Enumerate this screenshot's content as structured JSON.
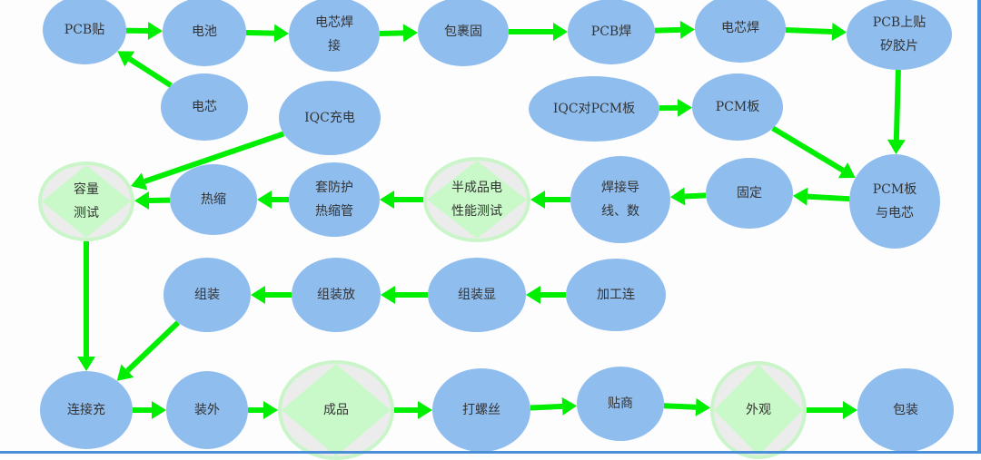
{
  "nodes": [
    {
      "id": "pcb-tie",
      "label": "PCB贴",
      "shape": "oval"
    },
    {
      "id": "battery",
      "label": "电池",
      "shape": "oval"
    },
    {
      "id": "cell-weld",
      "label": "电芯焊\n接",
      "shape": "oval"
    },
    {
      "id": "wrap-fix",
      "label": "包裹固",
      "shape": "oval"
    },
    {
      "id": "pcb-weld",
      "label": "PCB焊",
      "shape": "oval"
    },
    {
      "id": "cell-weld-2",
      "label": "电芯焊",
      "shape": "oval"
    },
    {
      "id": "pcb-silicone",
      "label": "PCB上贴\n矽胶片",
      "shape": "oval"
    },
    {
      "id": "cell",
      "label": "电芯",
      "shape": "oval"
    },
    {
      "id": "iqc-charge",
      "label": "IQC充电",
      "shape": "oval"
    },
    {
      "id": "iqc-pcm",
      "label": "IQC对PCM板",
      "shape": "oval"
    },
    {
      "id": "pcm-board",
      "label": "PCM板",
      "shape": "oval"
    },
    {
      "id": "capacity-test",
      "label": "容量\n测试",
      "shape": "diamond"
    },
    {
      "id": "heat-shrink",
      "label": "热缩",
      "shape": "oval"
    },
    {
      "id": "shrink-tube",
      "label": "套防护\n热缩管",
      "shape": "oval"
    },
    {
      "id": "semi-test",
      "label": "半成品电\n性能测试",
      "shape": "diamond"
    },
    {
      "id": "weld-wire",
      "label": "焊接导\n线、数",
      "shape": "oval"
    },
    {
      "id": "fix",
      "label": "固定",
      "shape": "oval"
    },
    {
      "id": "pcm-cell",
      "label": "PCM板\n与电芯",
      "shape": "oval"
    },
    {
      "id": "assemble",
      "label": "组装",
      "shape": "oval"
    },
    {
      "id": "assemble-put",
      "label": "组装放",
      "shape": "oval"
    },
    {
      "id": "assemble-display",
      "label": "组装显",
      "shape": "oval"
    },
    {
      "id": "process-connect",
      "label": "加工连",
      "shape": "oval"
    },
    {
      "id": "connect-charge",
      "label": "连接充",
      "shape": "oval"
    },
    {
      "id": "outer-case",
      "label": "装外",
      "shape": "oval"
    },
    {
      "id": "finished",
      "label": "成品",
      "shape": "diamond"
    },
    {
      "id": "screw",
      "label": "打螺丝",
      "shape": "oval"
    },
    {
      "id": "label",
      "label": "贴商",
      "shape": "oval"
    },
    {
      "id": "appearance",
      "label": "外观",
      "shape": "diamond"
    },
    {
      "id": "packing",
      "label": "包装",
      "shape": "oval"
    }
  ],
  "colors": {
    "node": "#8fbdee",
    "decision": "#c9f9c9",
    "arrow": "#00ee00"
  }
}
